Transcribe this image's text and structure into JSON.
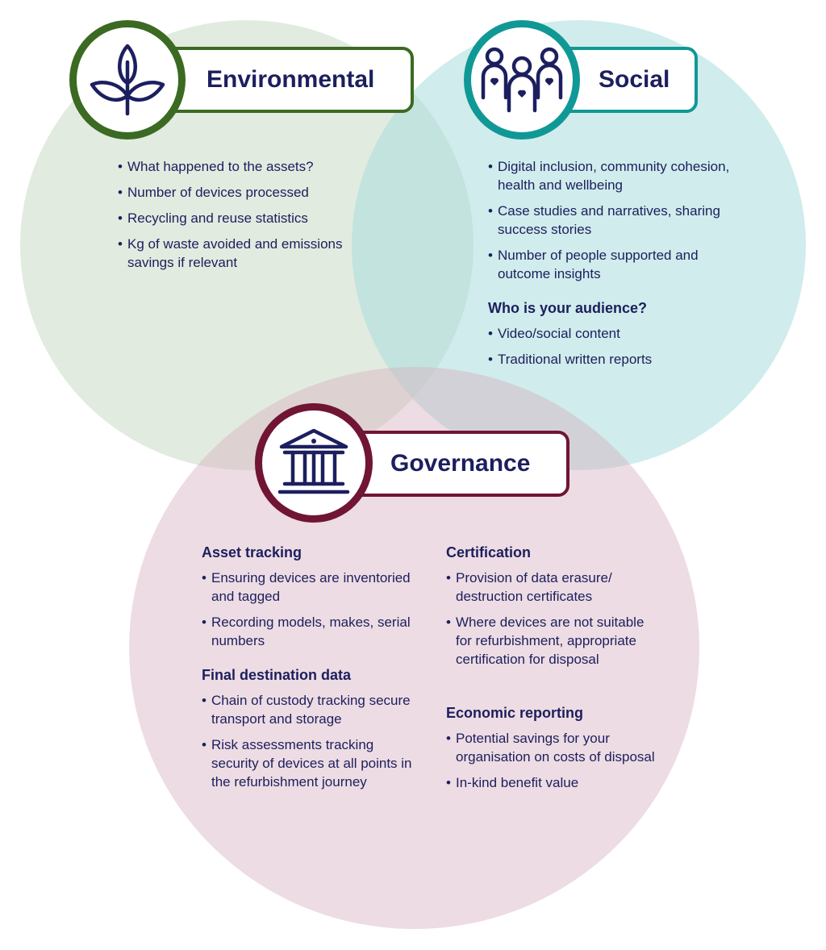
{
  "colors": {
    "environmental": "#3b6a22",
    "social": "#109896",
    "governance": "#701533",
    "text": "#1c1f5e"
  },
  "environmental": {
    "title": "Environmental",
    "icon": "plant-sprout-icon",
    "items": [
      "What happened to the assets?",
      "Number of devices processed",
      "Recycling and reuse statistics",
      "Kg of waste avoided and emissions savings if relevant"
    ]
  },
  "social": {
    "title": "Social",
    "icon": "people-hearts-icon",
    "items": [
      "Digital inclusion, community cohesion, health and wellbeing",
      "Case studies and narratives, sharing success stories",
      "Number of people supported and outcome insights"
    ],
    "audience_heading": "Who is your audience?",
    "audience_items": [
      "Video/social content",
      "Traditional written reports"
    ]
  },
  "governance": {
    "title": "Governance",
    "icon": "institution-building-icon",
    "asset_tracking": {
      "heading": "Asset tracking",
      "items": [
        "Ensuring devices are inventoried and tagged",
        "Recording models, makes, serial numbers"
      ]
    },
    "final_destination": {
      "heading": "Final destination data",
      "items": [
        "Chain of custody tracking secure transport and storage",
        "Risk assessments tracking security of devices at all points in the refurbishment journey"
      ]
    },
    "certification": {
      "heading": "Certification",
      "items": [
        "Provision of data erasure/ destruction certificates",
        "Where devices are not suitable for refurbishment, appropriate certification for disposal"
      ]
    },
    "economic_reporting": {
      "heading": "Economic reporting",
      "items": [
        "Potential savings for your organisation on costs of disposal",
        "In-kind benefit value"
      ]
    }
  }
}
